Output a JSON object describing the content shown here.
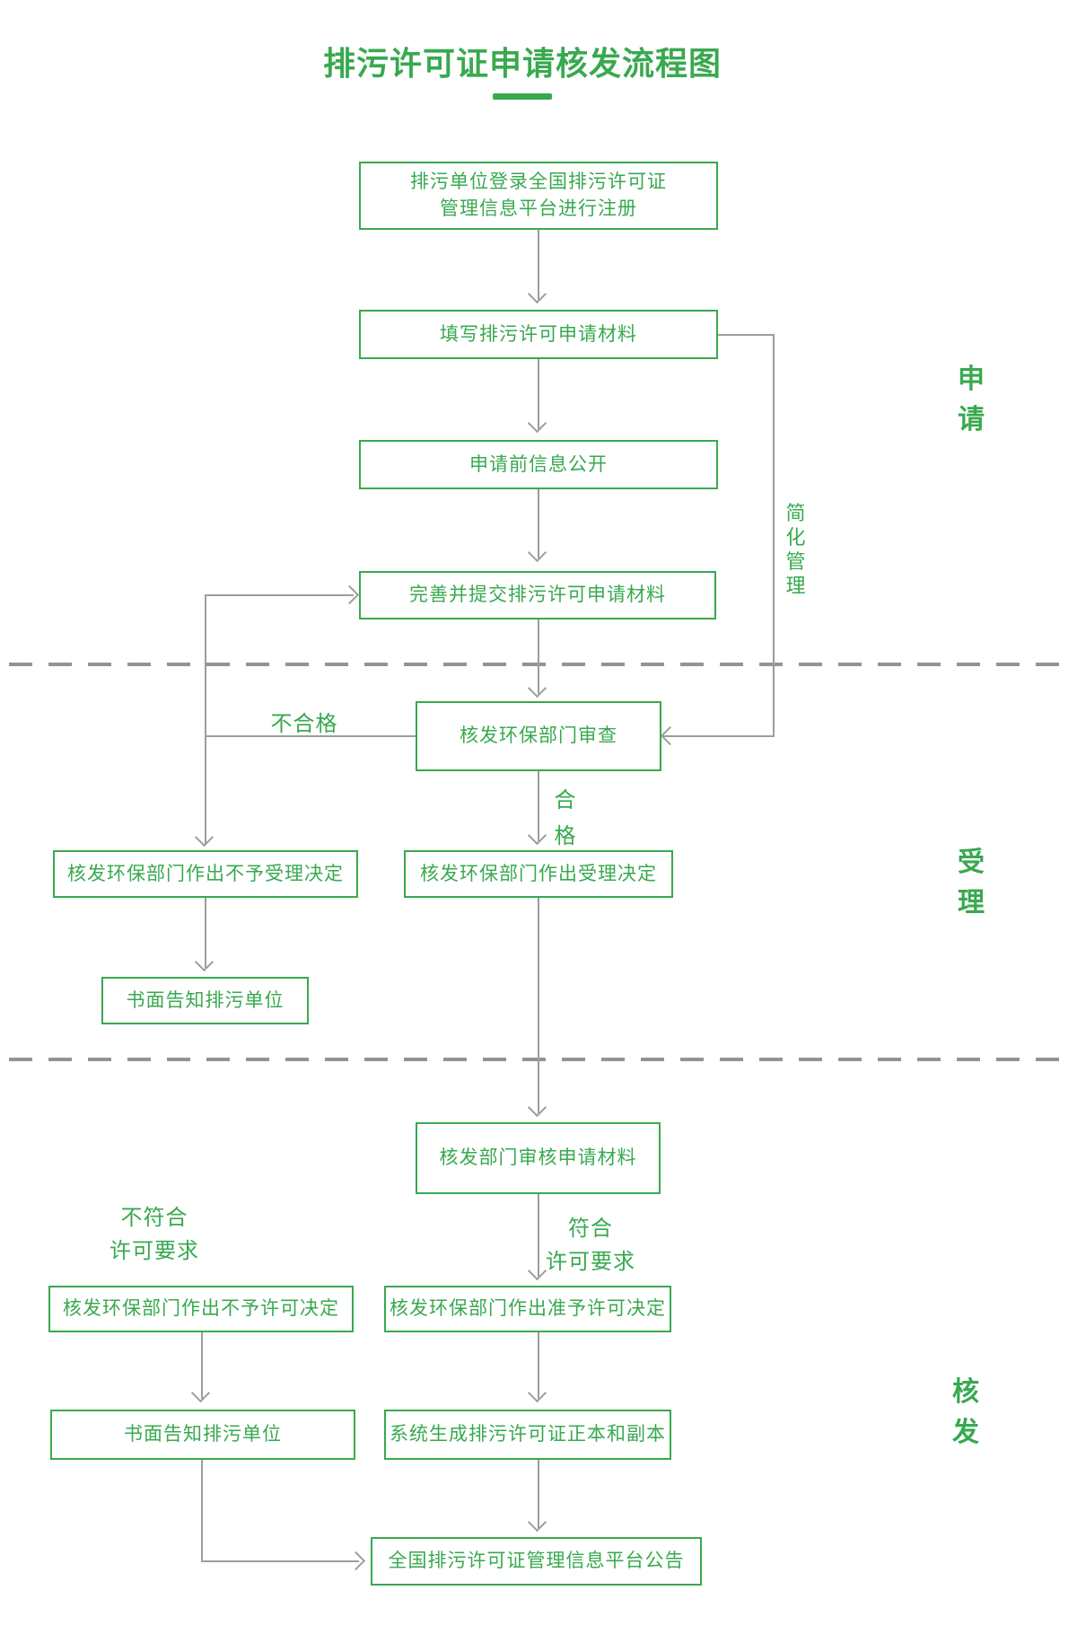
{
  "title": "排污许可证申请核发流程图",
  "colors": {
    "green": "#38a94f",
    "line_gray": "#9d9d9d",
    "dash_gray": "#8f9596",
    "background": "#ffffff"
  },
  "sections": {
    "apply": "申请",
    "accept": "受理",
    "issue": "核发"
  },
  "nodes": {
    "register": "排污单位登录全国排污许可证\n管理信息平台进行注册",
    "fill": "填写排污许可申请材料",
    "pre_disclosure": "申请前信息公开",
    "submit": "完善并提交排污许可申请材料",
    "review": "核发环保部门审查",
    "reject_accept": "核发环保部门作出不予受理决定",
    "accept_decision": "核发环保部门作出受理决定",
    "notify_accept": "书面告知排污单位",
    "verify": "核发部门审核申请材料",
    "deny_permit": "核发环保部门作出不予许可决定",
    "grant_permit": "核发环保部门作出准予许可决定",
    "notify_issue": "书面告知排污单位",
    "generate": "系统生成排污许可证正本和副本",
    "announce": "全国排污许可证管理信息平台公告"
  },
  "edge_labels": {
    "simplified": "简化管理",
    "fail": "不合格",
    "pass": "合格",
    "not_meet": "不符合\n许可要求",
    "meet": "符合\n许可要求"
  }
}
